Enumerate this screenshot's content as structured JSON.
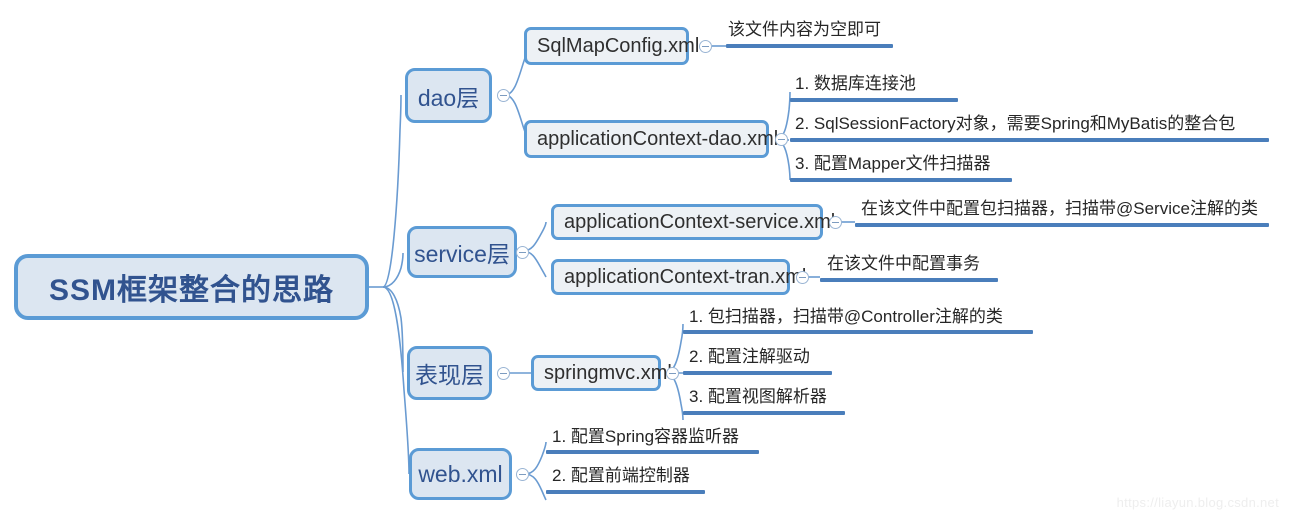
{
  "root": {
    "label": "SSM框架整合的思路"
  },
  "branches": [
    {
      "label": "dao层",
      "children": [
        {
          "label": "SqlMapConfig.xml",
          "notes": [
            "该文件内容为空即可"
          ]
        },
        {
          "label": "applicationContext-dao.xml",
          "notes": [
            "1. 数据库连接池",
            "2. SqlSessionFactory对象，需要Spring和MyBatis的整合包",
            "3. 配置Mapper文件扫描器"
          ]
        }
      ]
    },
    {
      "label": "service层",
      "children": [
        {
          "label": "applicationContext-service.xml",
          "notes": [
            "在该文件中配置包扫描器，扫描带@Service注解的类"
          ]
        },
        {
          "label": "applicationContext-tran.xml",
          "notes": [
            "在该文件中配置事务"
          ]
        }
      ]
    },
    {
      "label": "表现层",
      "children": [
        {
          "label": "springmvc.xml",
          "notes": [
            "1. 包扫描器，扫描带@Controller注解的类",
            "2. 配置注解驱动",
            "3. 配置视图解析器"
          ]
        }
      ]
    },
    {
      "label": "web.xml",
      "children": [],
      "notes": [
        "1. 配置Spring容器监听器",
        "2. 配置前端控制器"
      ]
    }
  ],
  "watermark": "https://liayun.blog.csdn.net",
  "colors": {
    "node_fill": "#dce6f1",
    "node_border": "#5b9bd5",
    "node_text": "#31538f",
    "leaf_rule": "#4a7ebb",
    "wire": "#6a9bd1"
  },
  "icons": {
    "toggle": "collapse-toggle-icon"
  }
}
